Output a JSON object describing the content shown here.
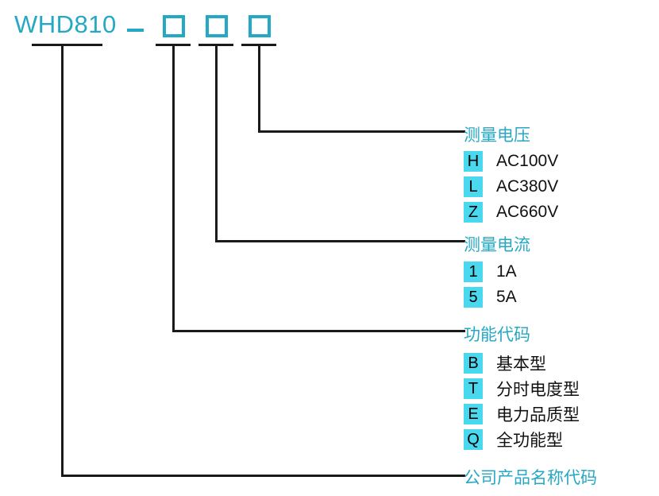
{
  "header": {
    "model_name": "WHD810",
    "separator": "–",
    "slot_count": 3
  },
  "groups": [
    {
      "id": "voltage",
      "title": "测量电压",
      "options": [
        {
          "code": "H",
          "label": "AC100V"
        },
        {
          "code": "L",
          "label": "AC380V"
        },
        {
          "code": "Z",
          "label": "AC660V"
        }
      ]
    },
    {
      "id": "current",
      "title": "测量电流",
      "options": [
        {
          "code": "1",
          "label": "1A"
        },
        {
          "code": "5",
          "label": "5A"
        }
      ]
    },
    {
      "id": "function",
      "title": "功能代码",
      "options": [
        {
          "code": "B",
          "label": "基本型"
        },
        {
          "code": "T",
          "label": "分时电度型"
        },
        {
          "code": "E",
          "label": "电力品质型"
        },
        {
          "code": "Q",
          "label": "全功能型"
        }
      ]
    }
  ],
  "bottom": {
    "label": "公司产品名称代码"
  },
  "colors": {
    "accent": "#25a8c4",
    "badge_bg": "#4ad8ef",
    "line": "#1a1a1a",
    "text": "#111111"
  }
}
